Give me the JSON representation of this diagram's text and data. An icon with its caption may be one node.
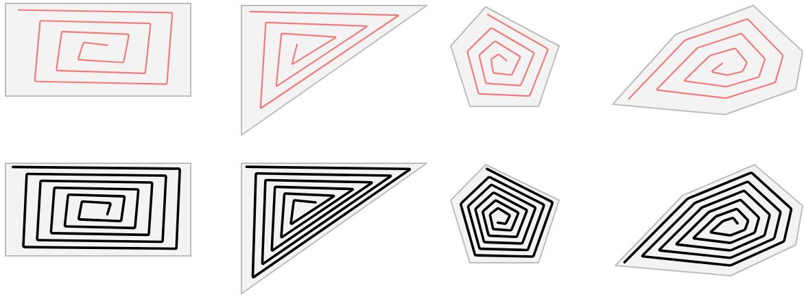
{
  "diagram": {
    "nodes": [
      {
        "text": [],
        "shape": "box"
      },
      {
        "text": [],
        "shape": "triangle"
      },
      {
        "text": [],
        "shape": "pentagon"
      },
      {
        "text": [],
        "shape": "polygon"
      },
      {
        "text": [],
        "shape": "box"
      },
      {
        "text": [],
        "shape": "triangle"
      },
      {
        "text": [],
        "shape": "pentagon"
      },
      {
        "text": [],
        "shape": "polygon"
      }
    ]
  }
}
